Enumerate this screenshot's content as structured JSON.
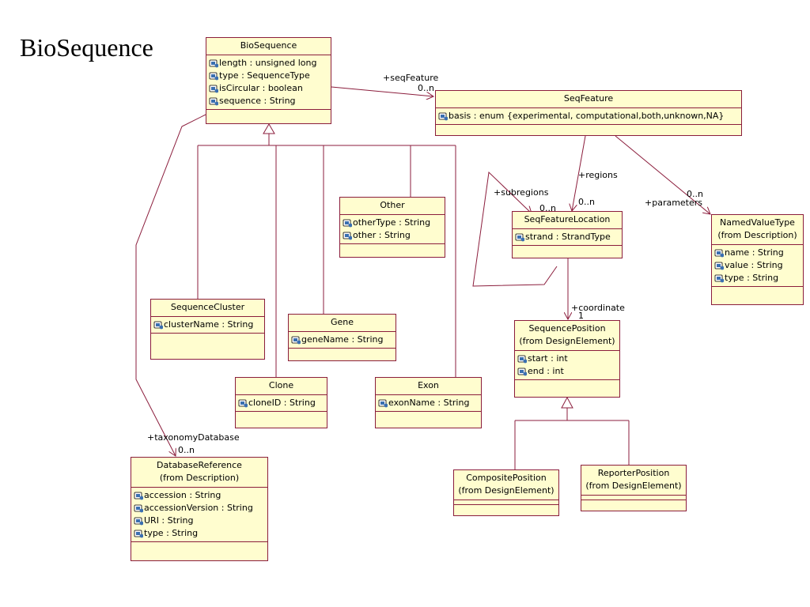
{
  "title": "BioSequence",
  "classes": {
    "biosequence": {
      "name": "BioSequence",
      "attributes": [
        "length : unsigned long",
        "type : SequenceType",
        "isCircular : boolean",
        "sequence : String"
      ]
    },
    "seqfeature": {
      "name": "SeqFeature",
      "attributes": [
        "basis : enum {experimental, computational,both,unknown,NA}"
      ]
    },
    "seqfeaturelocation": {
      "name": "SeqFeatureLocation",
      "attributes": [
        "strand : StrandType"
      ]
    },
    "namedvaluetype": {
      "name": "NamedValueType",
      "stereotype": "(from Description)",
      "attributes": [
        "name : String",
        "value : String",
        "type : String"
      ]
    },
    "other": {
      "name": "Other",
      "attributes": [
        "otherType : String",
        "other : String"
      ]
    },
    "sequencecluster": {
      "name": "SequenceCluster",
      "attributes": [
        "clusterName : String"
      ]
    },
    "gene": {
      "name": "Gene",
      "attributes": [
        "geneName : String"
      ]
    },
    "clone": {
      "name": "Clone",
      "attributes": [
        "cloneID : String"
      ]
    },
    "exon": {
      "name": "Exon",
      "attributes": [
        "exonName : String"
      ]
    },
    "sequenceposition": {
      "name": "SequencePosition",
      "stereotype": "(from DesignElement)",
      "attributes": [
        "start : int",
        "end : int"
      ]
    },
    "compositeposition": {
      "name": "CompositePosition",
      "stereotype": "(from DesignElement)",
      "attributes": []
    },
    "reporterposition": {
      "name": "ReporterPosition",
      "stereotype": "(from DesignElement)",
      "attributes": []
    },
    "databasereference": {
      "name": "DatabaseReference",
      "stereotype": "(from Description)",
      "attributes": [
        "accession : String",
        "accessionVersion : String",
        "URI : String",
        "type : String"
      ]
    }
  },
  "associations": {
    "seqfeature_role": "+seqFeature",
    "seqfeature_mult": "0..n",
    "regions_role": "+regions",
    "regions_mult": "0..n",
    "subregions_role": "+subregions",
    "subregions_mult": "0..n",
    "parameters_role": "+parameters",
    "parameters_mult": "0..n",
    "coordinate_role": "+coordinate",
    "coordinate_mult": "1",
    "taxonomy_role": "+taxonomyDatabase",
    "taxonomy_mult": "0..n"
  },
  "colors": {
    "line": "#8b1d3c",
    "fill": "#fffdcf",
    "icon": "#3a6fb0"
  }
}
